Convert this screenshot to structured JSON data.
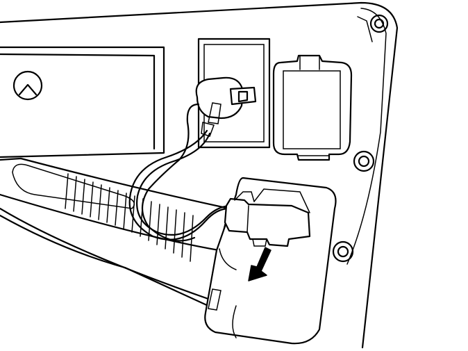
{
  "figure": {
    "background": "#ffffff",
    "line_color": "#000000",
    "components": [
      "panel",
      "mounting-hole",
      "bulb-socket",
      "wire-harness",
      "cover-cap",
      "connector",
      "removal-arrow-icon",
      "lens-housing"
    ]
  }
}
